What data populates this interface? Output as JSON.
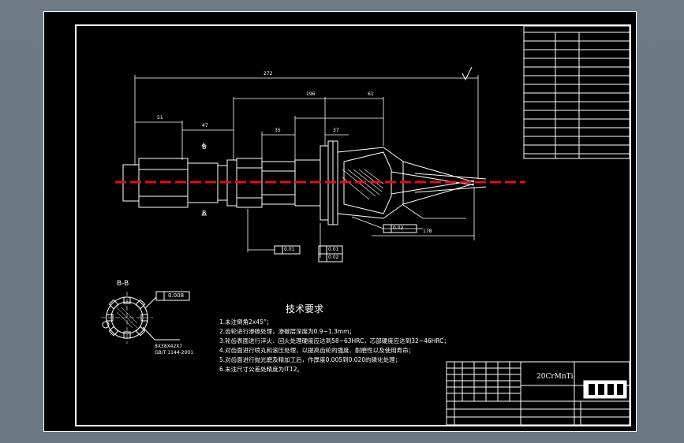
{
  "section_label": "B-B",
  "view_marker": "B",
  "section_tolerance": "0.008",
  "spline_note": {
    "line1": "8X38X42X7",
    "line2": "GB/T 1144-2001"
  },
  "dimensions": {
    "overall": "272",
    "d1": "51",
    "d2": "47",
    "d3": "196",
    "d4": "61",
    "d5": "35",
    "d6": "37",
    "d7": "178"
  },
  "gdt": {
    "runout_left": "0.01",
    "runout_mid": "0.01",
    "perp_mid": "0.02",
    "runout_right": "0.02"
  },
  "tech_requirements": {
    "title": "技术要求",
    "items": [
      "1.未注倒角2x45°；",
      "2.齿轮进行渗碳处理，渗碳层深度为0.9~1.3mm；",
      "3.轮齿表面进行淬火、回火处理硬度应达到58~63HRC，芯部硬度应达到32~46HRC；",
      "4.对齿面进行喷丸和滚压处理，以提高齿轮的强度、耐磨性以及使用寿命；",
      "5.对齿面进行抛光磨及精加工后，作厚度0.005到0.020的磷化处理；",
      "6.未注尺寸公差处精度为IT12。"
    ]
  },
  "title_block": {
    "material": "20CrMnTi"
  },
  "colors": {
    "background": "#6e7a86",
    "sheet": "#000000",
    "line": "#ffffff",
    "centerline": "#e01010"
  }
}
